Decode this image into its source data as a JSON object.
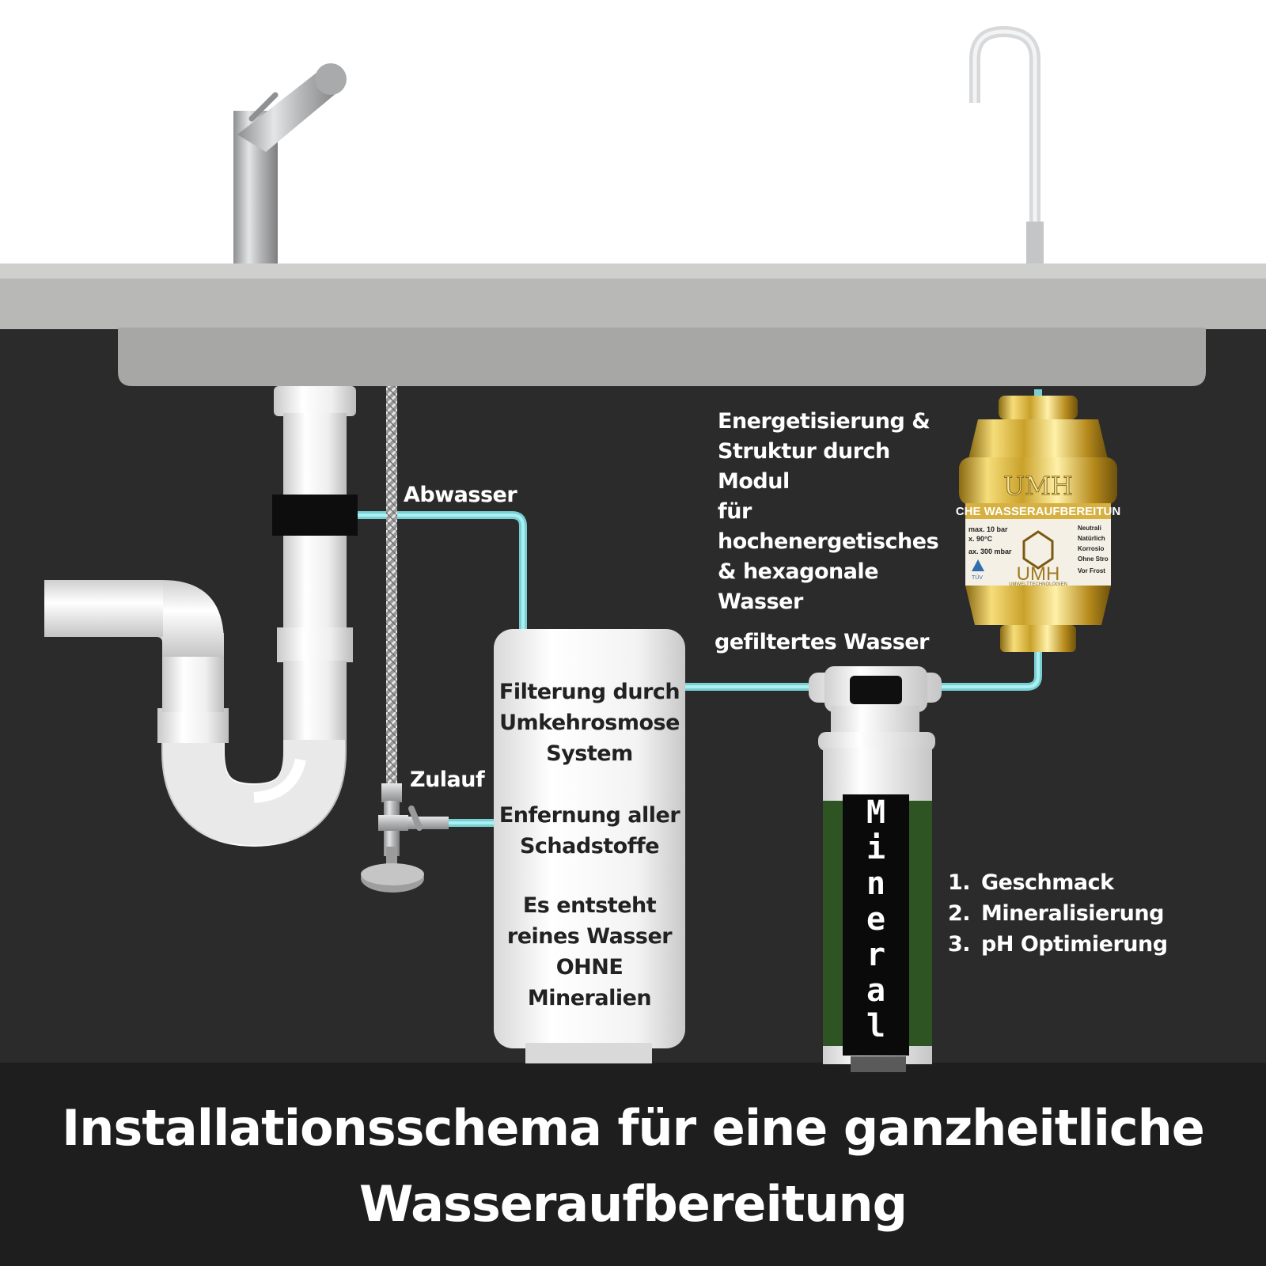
{
  "labels": {
    "energetisierung": [
      "Energetisierung &",
      "Struktur durch Modul",
      "für hochenergetisches",
      "& hexagonale Wasser"
    ],
    "abwasser": "Abwasser",
    "gefiltertes_wasser": "gefiltertes Wasser",
    "zulauf": "Zulauf"
  },
  "ro_filter": {
    "line1": [
      "Filterung durch",
      "Umkehrosmose",
      "System"
    ],
    "line2": [
      "Enfernung aller",
      "Schadstoffe"
    ],
    "line3": [
      "Es entsteht",
      "reines Wasser",
      "OHNE",
      "Mineralien"
    ]
  },
  "mineral_cartridge": {
    "letters": [
      "M",
      "i",
      "n",
      "e",
      "r",
      "a",
      "l"
    ]
  },
  "benefits": [
    {
      "num": "1.",
      "text": "Geschmack"
    },
    {
      "num": "2.",
      "text": "Mineralisierung"
    },
    {
      "num": "3.",
      "text": "pH Optimierung"
    }
  ],
  "module": {
    "brand": "UMH",
    "band_text": "CHE WASSERAUFBEREITUN",
    "specs": [
      "max. 10 bar",
      "x. 90°C",
      "ax. 300 mbar"
    ],
    "bullets": [
      "Neutrali",
      "Natürlich",
      "Korrosio",
      "Ohne Stro",
      "Vor Frost"
    ],
    "tuv": "TÜV",
    "sub_brand": "UMWELTTECHNOLOGIEN"
  },
  "title": [
    "Installationsschema für eine ganzheitliche",
    "Wasseraufbereitung"
  ],
  "colors": {
    "background_dark": "#2b2b2b",
    "countertop": "#b8b9b7",
    "water_line": "#8fe3e6",
    "title_bar": "#1e1e1e",
    "mineral_green": "#2f5424",
    "gold": "#d8b23a"
  }
}
